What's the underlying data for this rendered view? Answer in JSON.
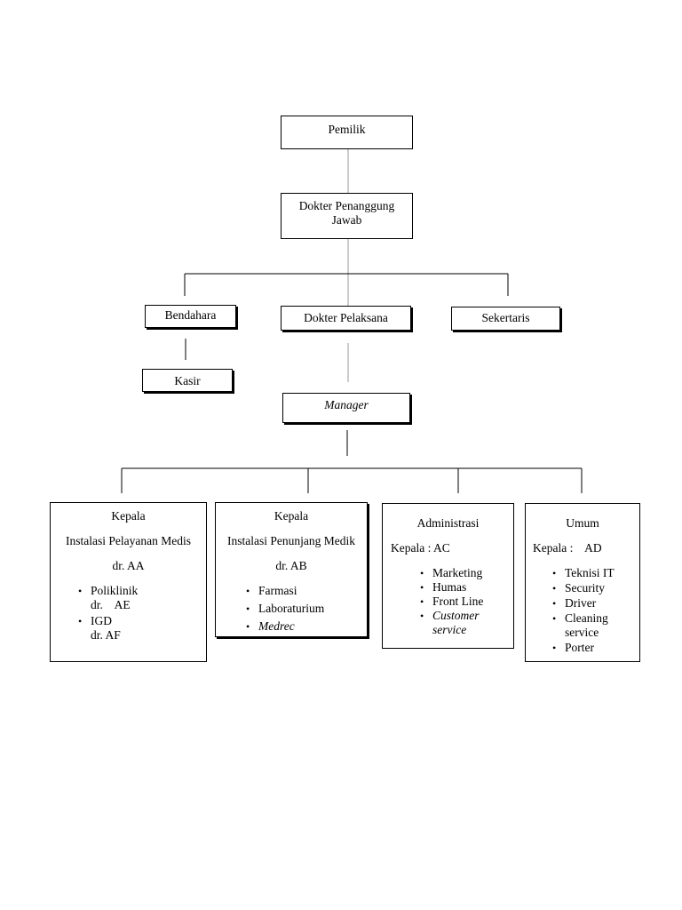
{
  "chart": {
    "owner": "Pemilik",
    "responsible_doctor": "Dokter Penanggung Jawab",
    "treasurer": "Bendahara",
    "cashier": "Kasir",
    "executing_doctor": "Dokter Pelaksana",
    "secretary": "Sekertaris",
    "manager": "Manager"
  },
  "departments": [
    {
      "head": "Kepala",
      "name": "Instalasi Pelayanan Medis",
      "chief": "dr. AA",
      "items": [
        {
          "label": "Poliklinik",
          "sub": "dr.    AE"
        },
        {
          "label": "IGD",
          "sub": "dr. AF"
        }
      ]
    },
    {
      "head": "Kepala",
      "name": "Instalasi Penunjang Medik",
      "chief": "dr. AB",
      "items": [
        {
          "label": "Farmasi"
        },
        {
          "label": "Laboraturium"
        },
        {
          "label": "Medrec"
        }
      ]
    },
    {
      "name": "Administrasi",
      "chief_line": "Kepala : AC",
      "items": [
        {
          "label": "Marketing"
        },
        {
          "label": "Humas"
        },
        {
          "label": "Front Line"
        },
        {
          "label": "Customer service"
        }
      ]
    },
    {
      "name": "Umum",
      "chief_line": "Kepala :    AD",
      "items": [
        {
          "label": "Teknisi IT"
        },
        {
          "label": "Security"
        },
        {
          "label": "Driver"
        },
        {
          "label": "Cleaning service"
        },
        {
          "label": "Porter"
        }
      ]
    }
  ]
}
